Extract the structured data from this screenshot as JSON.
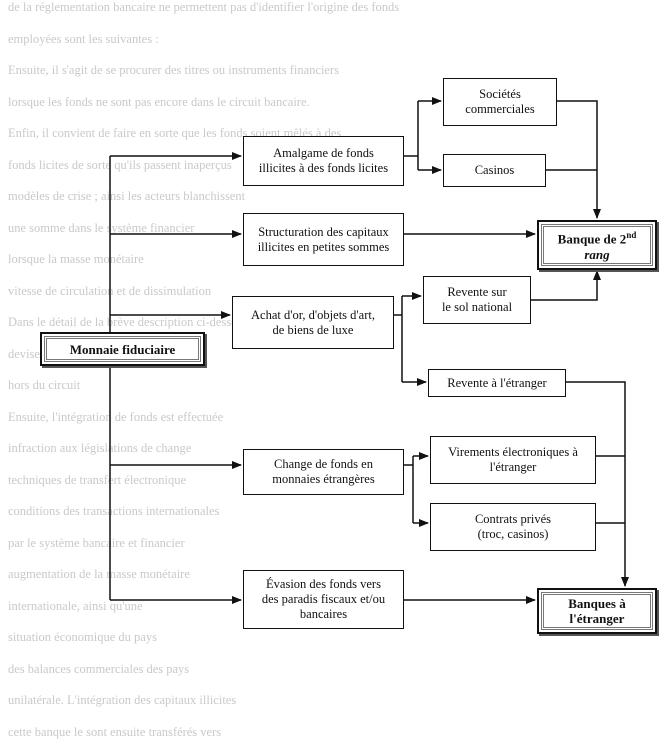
{
  "background_text": [
    "de la réglementation bancaire ne permettent pas d'identifier l'origine des fonds",
    "employées sont les suivantes :",
    "Ensuite, il s'agit de se procurer des titres ou instruments financiers",
    "lorsque les fonds ne sont pas encore dans le circuit bancaire.",
    "Enfin, il convient de faire en sorte que les fonds soient mêlés à des",
    "fonds licites de sorte qu'ils passent inaperçus",
    "modèles de crise ; ainsi les acteurs blanchissent",
    "une somme dans le système financier",
    "lorsque la masse monétaire",
    "vitesse de circulation et de dissimulation",
    "Dans le détail de la brève description ci-dessous, les",
    "devises sont transférées",
    "hors du circuit",
    "Ensuite, l'intégration de fonds est effectuée",
    "infraction aux législations de change",
    "techniques de transfert électronique",
    "conditions des transactions internationales",
    "par le système bancaire et financier",
    "augmentation de la masse monétaire",
    "internationale, ainsi qu'une",
    "situation économique du pays",
    "des balances commerciales des pays",
    "unilatérale. L'intégration des capitaux illicites",
    "cette banque le sont ensuite transférés vers"
  ],
  "nodes": {
    "source": "Monnaie fiduciaire",
    "amalgame": "Amalgame de fonds\nillicites à des fonds licites",
    "structuration": "Structuration des capitaux\nillicites en petites sommes",
    "achat": "Achat d'or, d'objets d'art,\nde biens de luxe",
    "change": "Change de fonds en\nmonnaies étrangères",
    "evasion": "Évasion des fonds vers\ndes paradis fiscaux et/ou\nbancaires",
    "societes": "Sociétés\ncommerciales",
    "casinos": "Casinos",
    "revente_national": "Revente sur\nle sol national",
    "revente_etranger": "Revente à l'étranger",
    "virements": "Virements électroniques à\nl'étranger",
    "contrats": "Contrats privés\n(troc, casinos)",
    "banque_2nd_a": "Banque de 2",
    "banque_2nd_sup": "nd",
    "banque_2nd_b": "rang",
    "banques_etranger": "Banques à\nl'étranger"
  }
}
